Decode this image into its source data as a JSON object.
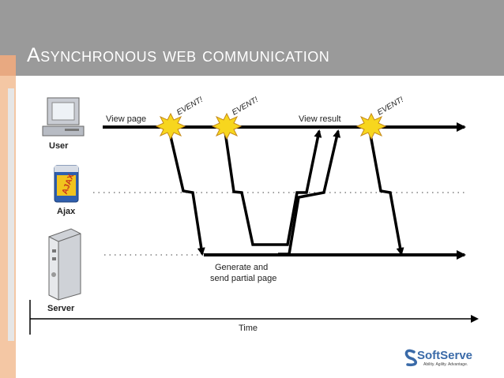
{
  "slide": {
    "title": "Asynchronous web communication"
  },
  "diagram": {
    "actors": {
      "user": "User",
      "ajax": "Ajax",
      "server": "Server"
    },
    "labels": {
      "view_page": "View page",
      "view_result": "View result",
      "generate_line1": "Generate and",
      "generate_line2": "send partial page",
      "time": "Time",
      "event": "EVENT!",
      "ajax_can": "AJAX"
    }
  },
  "logo": {
    "name": "SoftServe",
    "tagline": "Ability. Agility. Advantage."
  },
  "colors": {
    "header": "#9a9a9a",
    "accent": "#f4c7a4",
    "burst": "#f7d61e",
    "logo_blue": "#3a6aa8"
  }
}
